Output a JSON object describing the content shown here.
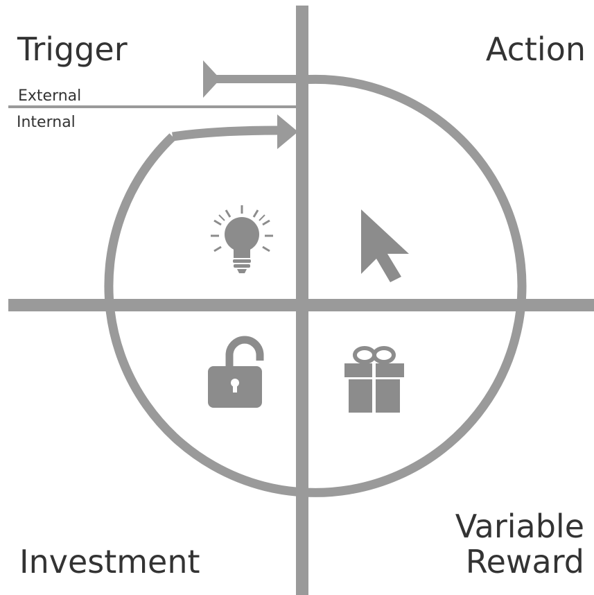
{
  "quadrants": {
    "top_left": "Trigger",
    "top_right": "Action",
    "bottom_left": "Investment",
    "bottom_right_line1": "Variable",
    "bottom_right_line2": "Reward"
  },
  "trigger_types": {
    "external": "External",
    "internal": "Internal"
  },
  "icons": {
    "trigger": "lightbulb-icon",
    "action": "cursor-arrow-icon",
    "reward": "gift-icon",
    "investment": "padlock-icon"
  },
  "colors": {
    "line": "#9a9a9a",
    "icon": "#8c8c8c",
    "text": "#333333",
    "background": "#ffffff"
  }
}
